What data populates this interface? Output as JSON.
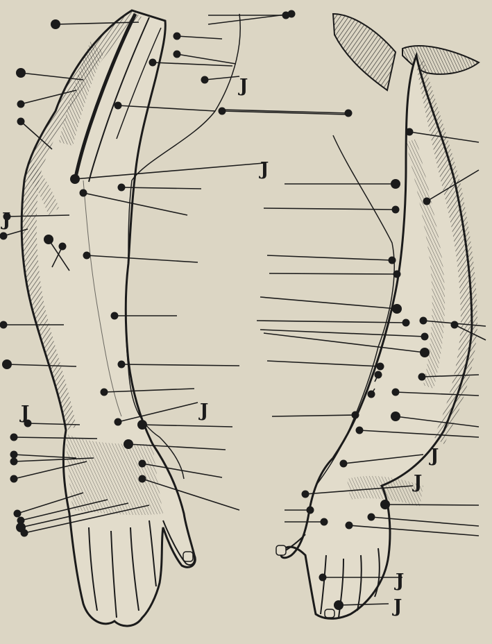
{
  "figure": {
    "type": "engraving",
    "subject": "two arms, front and back views, with marked points and pointer lines",
    "colors": {
      "paper": "#dcd6c4",
      "ink": "#1b1b1b",
      "shade": "#3a3a3a"
    }
  },
  "markers": {
    "j_label": "J"
  }
}
